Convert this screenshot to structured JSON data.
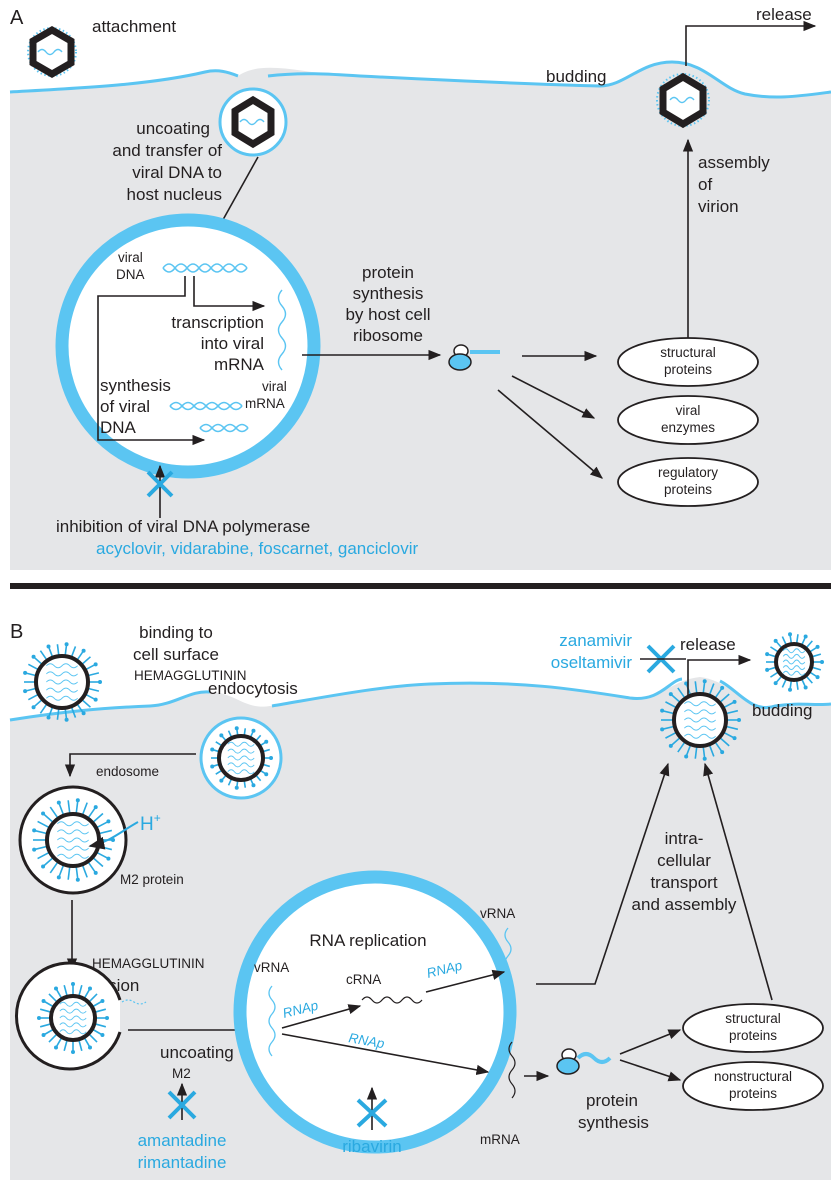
{
  "panel_a": {
    "letter": "A",
    "attachment": "attachment",
    "uncoating": [
      "uncoating",
      "and transfer of",
      "viral DNA to",
      "host nucleus"
    ],
    "release": "release",
    "budding": "budding",
    "assembly": [
      "assembly",
      "of",
      "virion"
    ],
    "viral_dna": [
      "viral",
      "DNA"
    ],
    "protein_synthesis": [
      "protein",
      "synthesis",
      "by host cell",
      "ribosome"
    ],
    "transcription": [
      "transcription",
      "into viral",
      "mRNA"
    ],
    "viral_mrna": [
      "viral",
      "mRNA"
    ],
    "synthesis_dna": [
      "synthesis",
      "of viral",
      "DNA"
    ],
    "structural_proteins": [
      "structural",
      "proteins"
    ],
    "viral_enzymes": [
      "viral",
      "enzymes"
    ],
    "regulatory_proteins": [
      "regulatory",
      "proteins"
    ],
    "inhibition": "inhibition of viral DNA polymerase",
    "drugs": "acyclovir, vidarabine, foscarnet, ganciclovir"
  },
  "panel_b": {
    "letter": "B",
    "binding": [
      "binding to",
      "cell surface"
    ],
    "hemagglutinin_1": "HEMAGGLUTININ",
    "endocytosis": "endocytosis",
    "endosome": "endosome",
    "h_plus": "H",
    "h_plus_sup": "+",
    "m2_protein": "M2 protein",
    "hemagglutinin_2": "HEMAGGLUTININ",
    "fusion": "fusion",
    "uncoating": "uncoating",
    "m2": "M2",
    "drug_amantadine": [
      "amantadine",
      "rimantadine"
    ],
    "rna_replication": "RNA replication",
    "vrna_left": "vRNA",
    "crna": "cRNA",
    "rnap_1": "RNAp",
    "rnap_2": "RNAp",
    "rnap_3": "RNAp",
    "vrna_right": "vRNA",
    "mrna": "mRNA",
    "drug_ribavirin": "ribavirin",
    "protein_synthesis": [
      "protein",
      "synthesis"
    ],
    "structural_proteins": [
      "structural",
      "proteins"
    ],
    "nonstructural_proteins": [
      "nonstructural",
      "proteins"
    ],
    "intracellular": [
      "intra-",
      "cellular",
      "transport",
      "and assembly"
    ],
    "drug_neuraminidase": [
      "zanamivir",
      "oseltamivir"
    ],
    "release": "release",
    "budding": "budding"
  },
  "colors": {
    "cyan": "#5bc5f2",
    "cyan_text": "#2aa9e0",
    "cell_gray": "#e5e6e8",
    "ink": "#231f20"
  }
}
